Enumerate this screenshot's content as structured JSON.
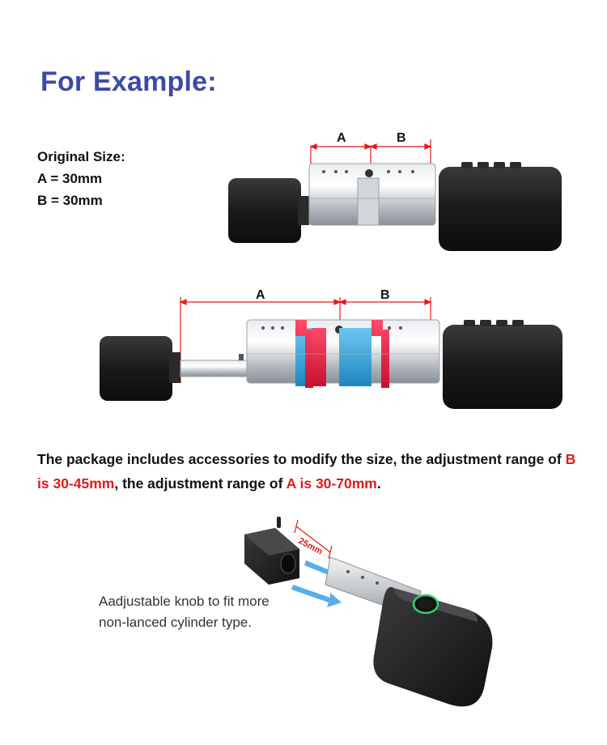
{
  "heading": "For Example:",
  "original": {
    "title": "Original Size:",
    "a_line": "A = 30mm",
    "b_line": "B = 30mm"
  },
  "diagram_top": {
    "label_a": "A",
    "label_b": "B"
  },
  "diagram_bottom": {
    "label_a": "A",
    "label_b": "B"
  },
  "description": {
    "part1": "The package includes accessories to modify the size, the adjustment range of ",
    "b_range": "B is 30-45mm",
    "part2": ", the adjustment range of ",
    "a_range": "A is 30-70mm",
    "part3": "."
  },
  "knob_illustration": {
    "measure_label": "25mm"
  },
  "caption": "Aadjustable knob to fit more non-lanced cylinder type.",
  "colors": {
    "heading": "#3d4aa6",
    "accent_red": "#e21b1b",
    "module_blue": "#2a9fd6"
  }
}
